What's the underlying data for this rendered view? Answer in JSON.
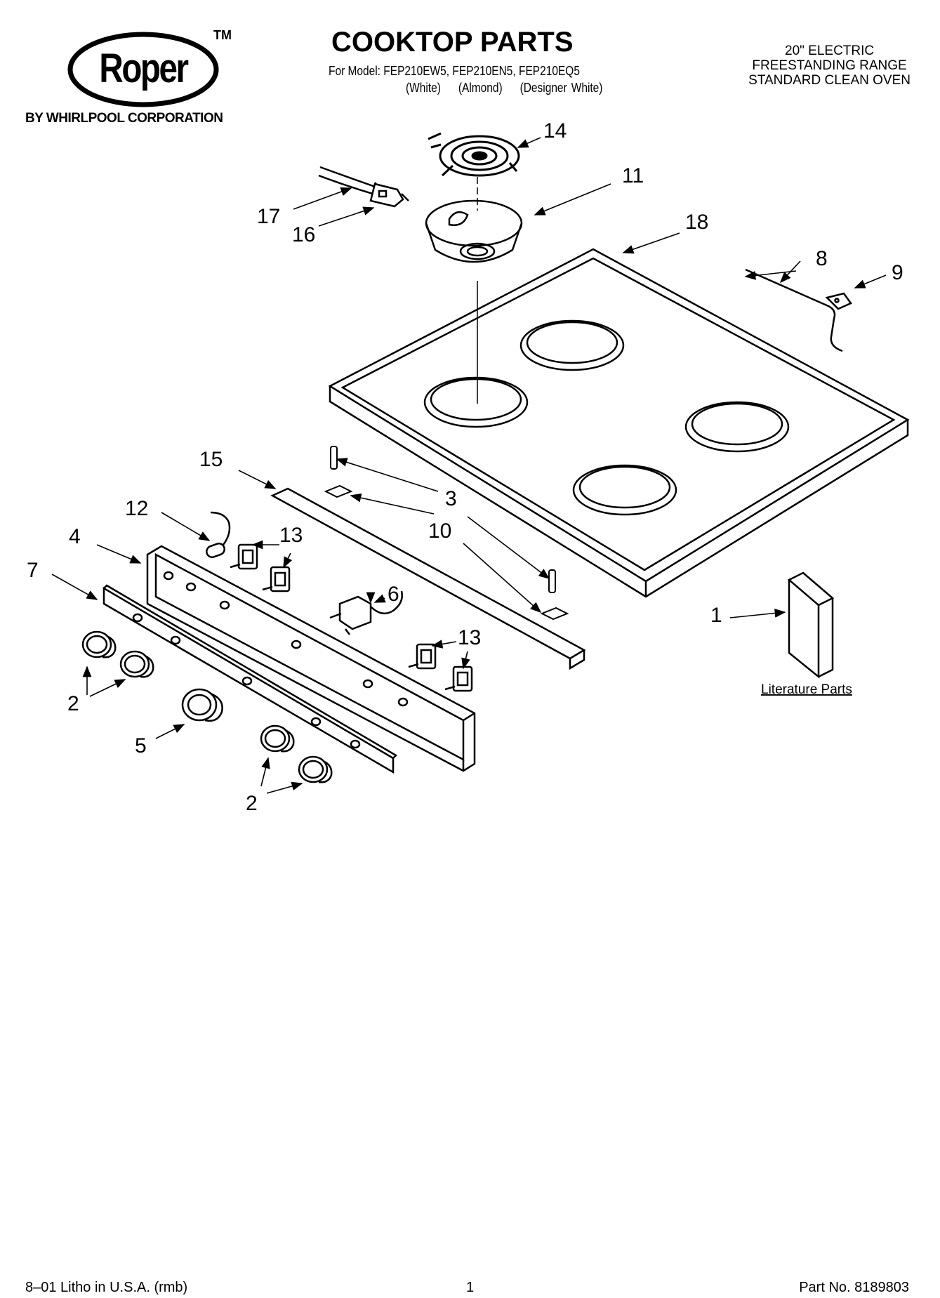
{
  "brand": {
    "logo_text": "Roper",
    "trademark": "TM",
    "subtitle": "BY WHIRLPOOL CORPORATION"
  },
  "header": {
    "title": "COOKTOP PARTS",
    "models_line": "For Model: FEP210EW5, FEP210EN5, FEP210EQ5",
    "variants": [
      "(White)",
      "(Almond)",
      "(Designer White)"
    ]
  },
  "product": {
    "line1": "20\" ELECTRIC",
    "line2": "FREESTANDING RANGE",
    "line3": "STANDARD CLEAN OVEN"
  },
  "callouts": {
    "c1": "1",
    "c2a": "2",
    "c2b": "2",
    "c3": "3",
    "c4": "4",
    "c5": "5",
    "c6": "6",
    "c7": "7",
    "c8": "8",
    "c9": "9",
    "c10": "10",
    "c11": "11",
    "c12": "12",
    "c13a": "13",
    "c13b": "13",
    "c14": "14",
    "c15": "15",
    "c16": "16",
    "c17": "17",
    "c18": "18"
  },
  "literature_label": "Literature Parts",
  "footer": {
    "left": "8–01 Litho in U.S.A. (rmb)",
    "page": "1",
    "part_no": "Part No. 8189803"
  }
}
